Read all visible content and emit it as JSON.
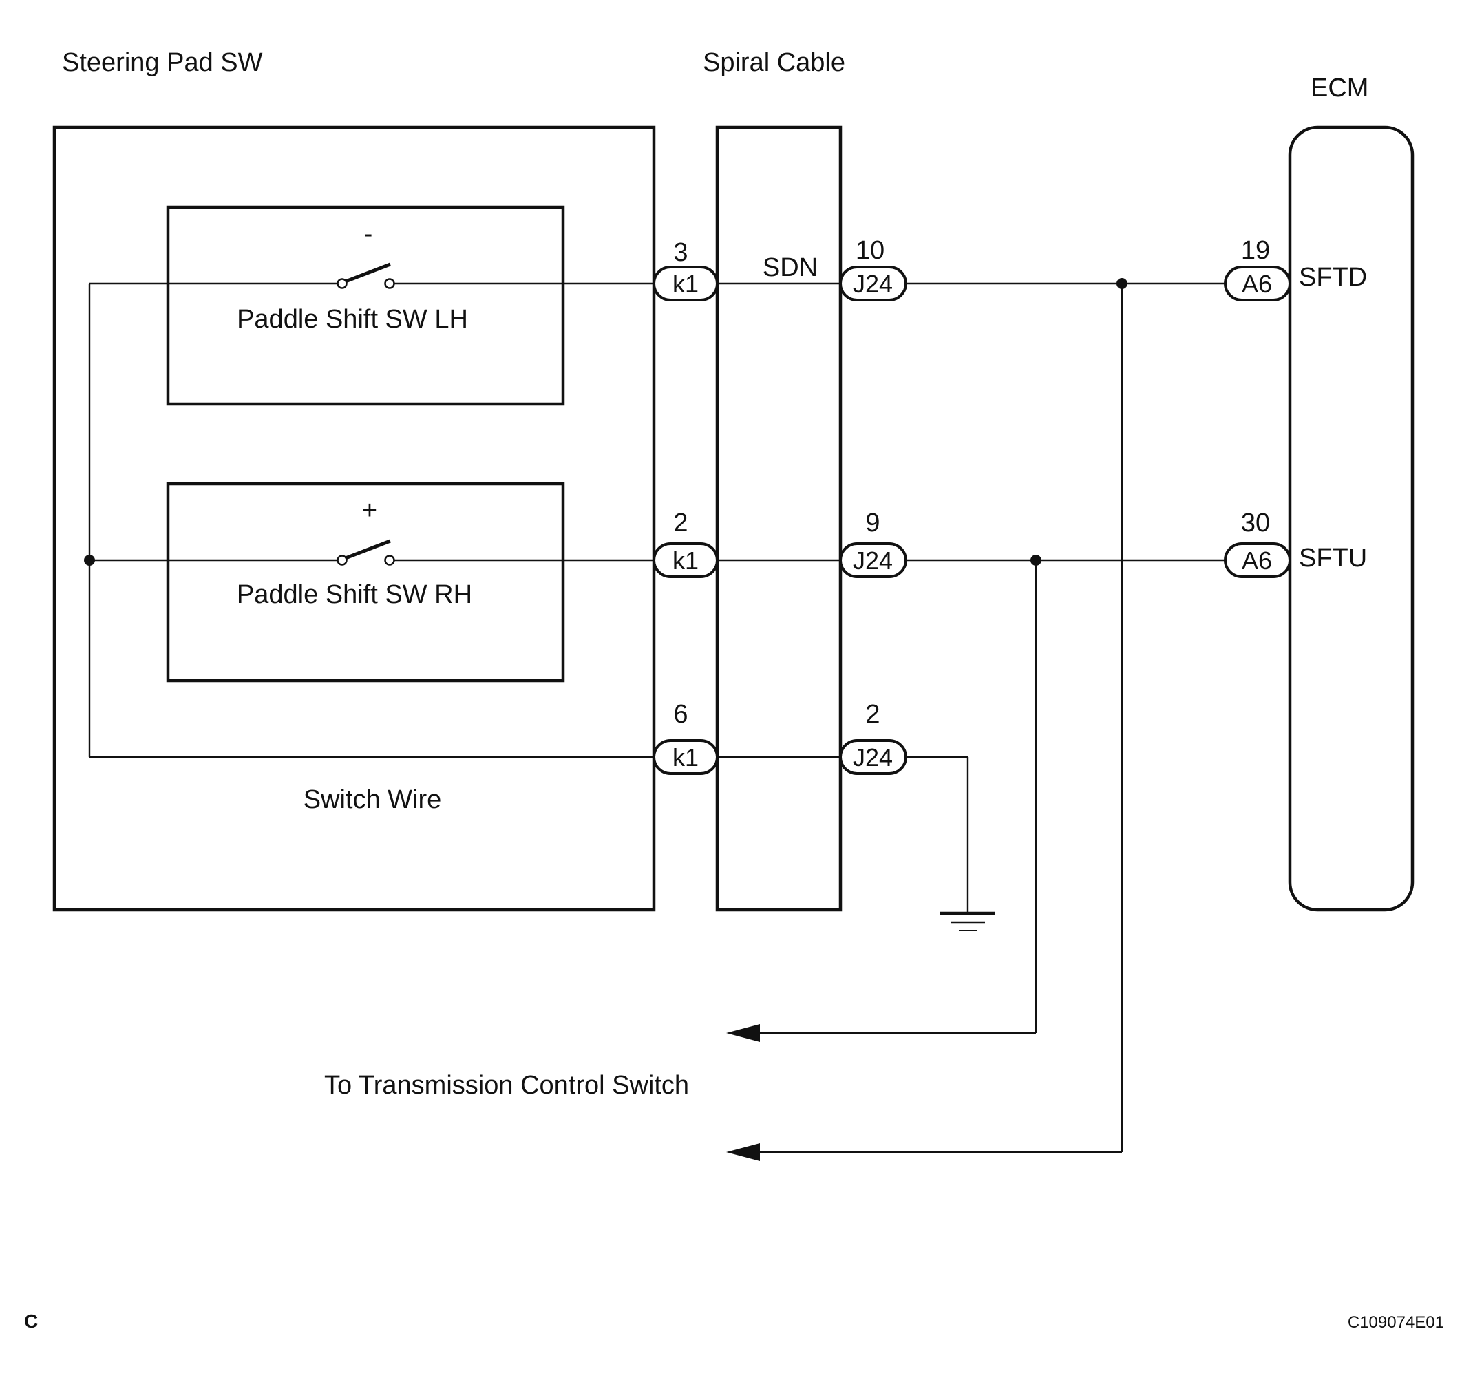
{
  "labels": {
    "steering_pad": "Steering Pad SW",
    "spiral_cable": "Spiral Cable",
    "ecm": "ECM",
    "sdn": "SDN",
    "switch_wire": "Switch Wire",
    "to_tcs": "To Transmission Control Switch",
    "corner_letter": "C",
    "figure_id": "C109074E01"
  },
  "switches": {
    "lh": {
      "name": "Paddle Shift SW LH",
      "sign": "-"
    },
    "rh": {
      "name": "Paddle Shift SW RH",
      "sign": "+"
    }
  },
  "connectors": {
    "k1_top": {
      "code": "k1",
      "pin": "3"
    },
    "k1_mid": {
      "code": "k1",
      "pin": "2"
    },
    "k1_bot": {
      "code": "k1",
      "pin": "6"
    },
    "j24_top": {
      "code": "J24",
      "pin": "10"
    },
    "j24_mid": {
      "code": "J24",
      "pin": "9"
    },
    "j24_bot": {
      "code": "J24",
      "pin": "2"
    },
    "a6_top": {
      "code": "A6",
      "pin": "19"
    },
    "a6_mid": {
      "code": "A6",
      "pin": "30"
    }
  },
  "ecm_terminals": {
    "top": "SFTD",
    "mid": "SFTU"
  }
}
